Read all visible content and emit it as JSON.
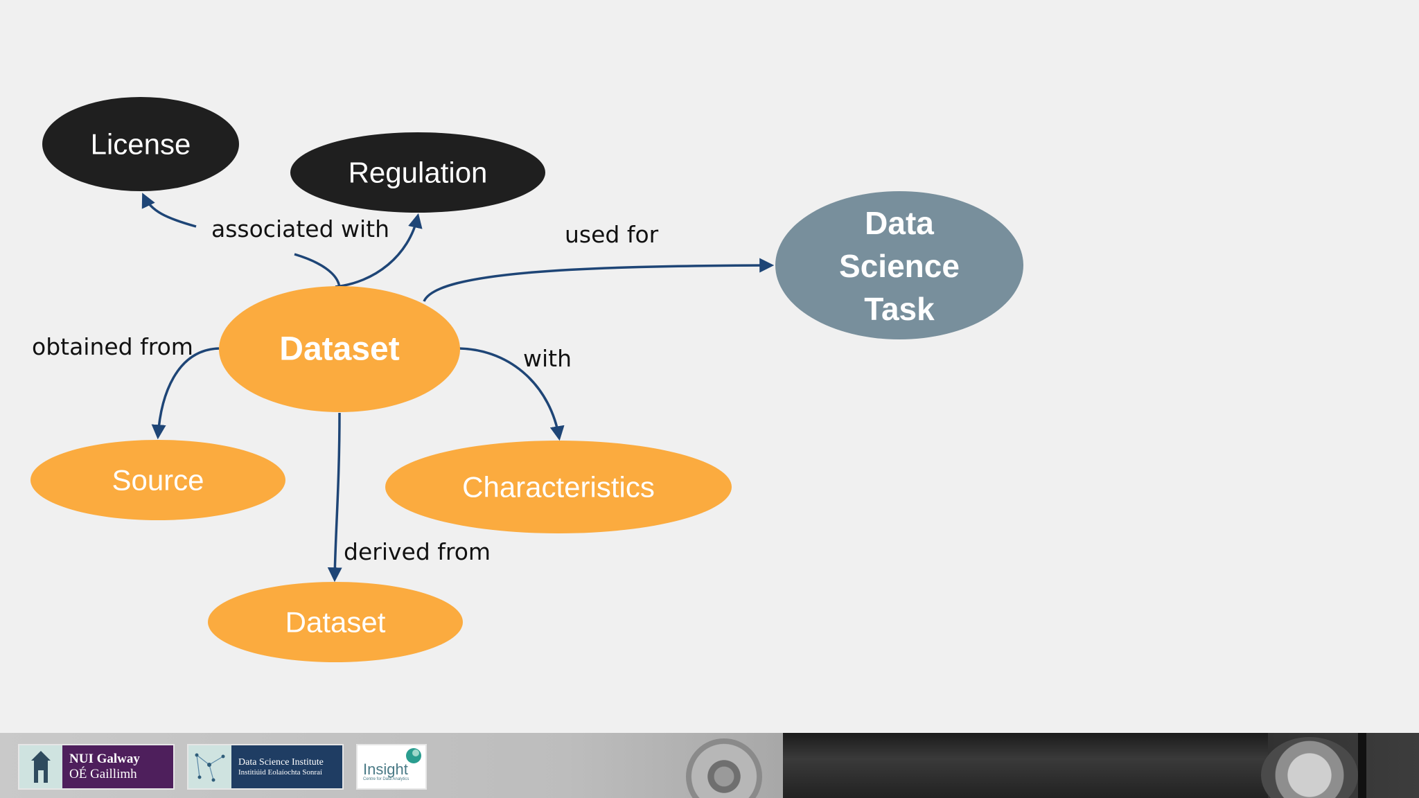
{
  "diagram": {
    "nodes": {
      "license": "License",
      "regulation": "Regulation",
      "data_science_task": [
        "Data",
        "Science",
        "Task"
      ],
      "dataset_main": "Dataset",
      "source": "Source",
      "characteristics": "Characteristics",
      "dataset_derived": "Dataset"
    },
    "edges": {
      "associated_with": "associated with",
      "used_for": "used for",
      "obtained_from": "obtained from",
      "with": "with",
      "derived_from": "derived from"
    },
    "colors": {
      "black_node": "#1f1f1f",
      "orange_node": "#fbab3f",
      "slate_node": "#788f9c",
      "arrow": "#1e4576"
    }
  },
  "footer": {
    "nuig": {
      "line1": "NUI Galway",
      "line2": "OÉ Gaillimh"
    },
    "dsi": {
      "line1": "Data Science Institute",
      "line2": "Institiúid Eolaíochta Sonraí"
    },
    "insight": {
      "name": "Insight",
      "sub": "Centre for Data Analytics"
    }
  }
}
